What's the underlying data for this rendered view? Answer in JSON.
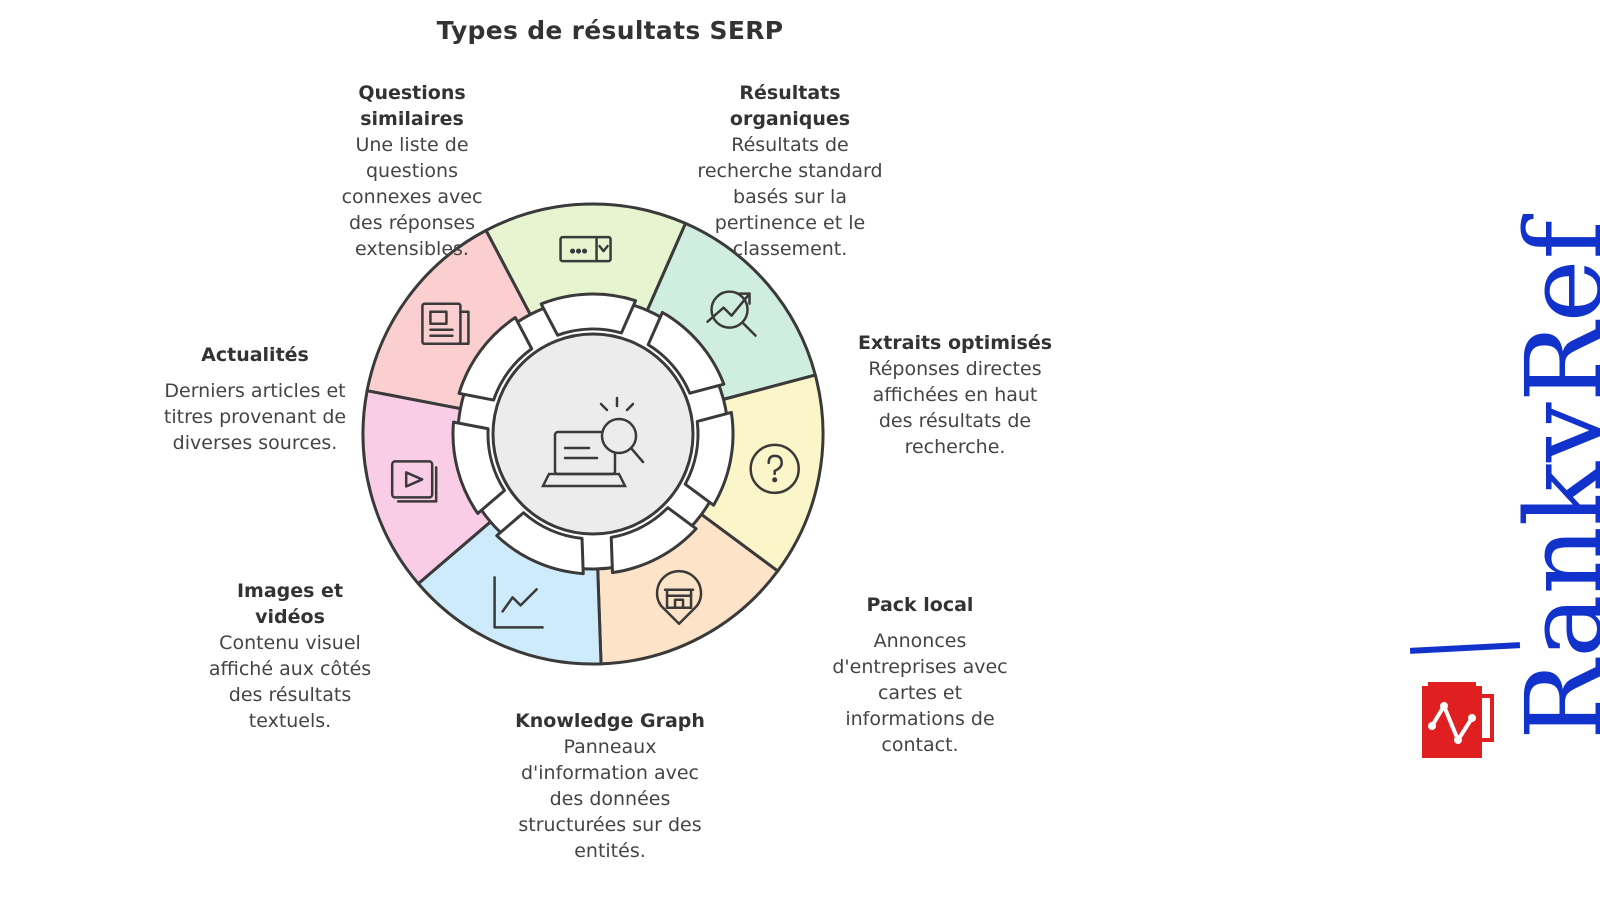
{
  "title": "Types de résultats SERP",
  "segments": [
    {
      "title": "Questions similaires",
      "description": "Une liste de questions connexes avec des réponses extensibles.",
      "color": "#e6f5cf",
      "icon": "dropdown-menu-icon"
    },
    {
      "title": "Résultats organiques",
      "description": "Résultats de recherche standard basés sur la pertinence et le classement.",
      "color": "#cfeee0",
      "icon": "trending-search-icon"
    },
    {
      "title": "Extraits optimisés",
      "description": "Réponses directes affichées en haut des résultats de recherche.",
      "color": "#fbf6c9",
      "icon": "question-circle-icon"
    },
    {
      "title": "Pack local",
      "description": "Annonces d'entreprises avec cartes et informations de contact.",
      "color": "#fde3c8",
      "icon": "store-pin-icon"
    },
    {
      "title": "Knowledge Graph",
      "description": "Panneaux d'information avec des données structurées sur des entités.",
      "color": "#cdebfb",
      "icon": "line-chart-icon"
    },
    {
      "title": "Images et vidéos",
      "description": "Contenu visuel affiché aux côtés des résultats textuels.",
      "color": "#f9cde6",
      "icon": "video-play-icon"
    },
    {
      "title": "Actualités",
      "description": "Derniers articles et titres provenant de diverses sources.",
      "color": "#fbcfcf",
      "icon": "newspaper-icon"
    }
  ],
  "center": {
    "icon": "laptop-search-icon",
    "color": "#ececec"
  },
  "brand": {
    "name": "RankyRef",
    "color": "#1133cc",
    "logo_color": "#e02020",
    "logo_icon": "graph-nodes-icon"
  }
}
